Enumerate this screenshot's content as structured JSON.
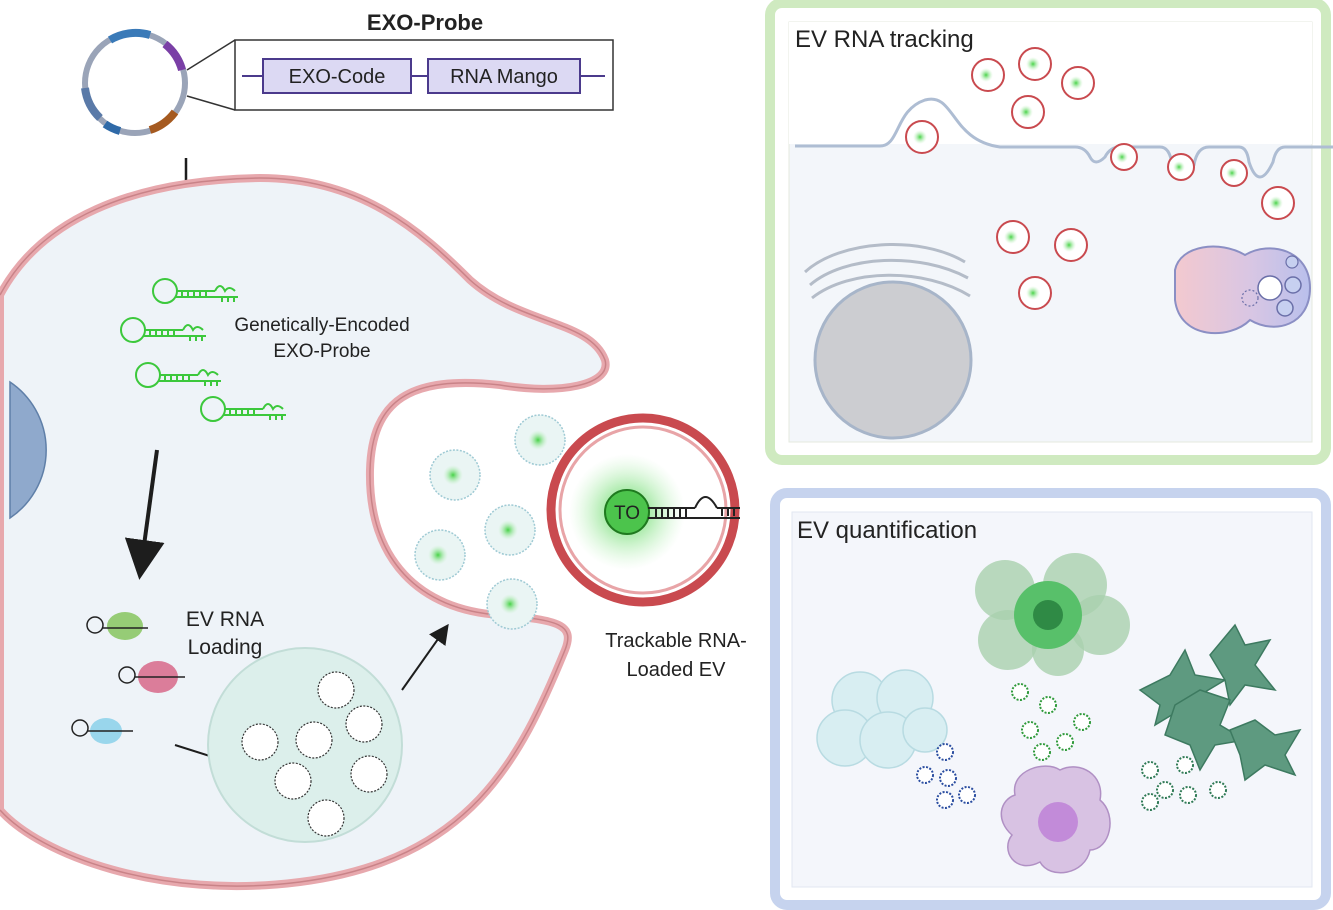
{
  "plasmid": {
    "title": "EXO-Probe",
    "segments": [
      "EXO-Code",
      "RNA Mango"
    ]
  },
  "cell": {
    "probe_label_line1": "Genetically-Encoded",
    "probe_label_line2": "EXO-Probe",
    "loading_line1": "EV RNA",
    "loading_line2": "Loading",
    "ev_label_line1": "Trackable RNA-",
    "ev_label_line2": "Loaded EV",
    "to_label": "TO"
  },
  "panels": {
    "tracking_title": "EV RNA tracking",
    "quantification_title": "EV quantification"
  },
  "colors": {
    "membrane": "#e7a8ad",
    "cytoplasm": "#eef3f8",
    "probe_green": "#3cc83c",
    "nucleus_blue": "#8fa9cc",
    "tracking_border": "#cfeac0",
    "quant_border": "#c6d3ee",
    "ev_red": "#c94a4f"
  }
}
